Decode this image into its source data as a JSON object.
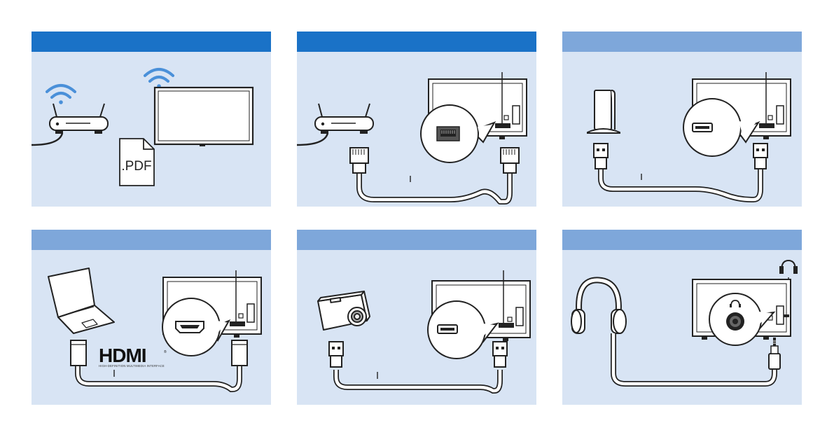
{
  "colors": {
    "header_dark": "#1a72c7",
    "header_light": "#7ea7da",
    "panel_bg": "#d8e4f4"
  },
  "panels": [
    {
      "id": "wireless-network",
      "header_style": "dark",
      "icons": [
        "router-icon",
        "wifi-icon",
        "tv-icon",
        "pdf-document-icon"
      ]
    },
    {
      "id": "ethernet-connection",
      "header_style": "dark",
      "icons": [
        "router-icon",
        "tv-back-icon",
        "ethernet-port-icon",
        "ethernet-cable-icon"
      ]
    },
    {
      "id": "usb-storage-connection",
      "header_style": "light",
      "icons": [
        "usb-drive-icon",
        "tv-back-icon",
        "usb-port-icon",
        "usb-cable-icon"
      ]
    },
    {
      "id": "hdmi-connection",
      "header_style": "light",
      "icons": [
        "laptop-icon",
        "tv-back-icon",
        "hdmi-port-icon",
        "hdmi-cable-icon",
        "hdmi-logo"
      ]
    },
    {
      "id": "camera-usb-connection",
      "header_style": "light",
      "icons": [
        "camera-icon",
        "tv-back-icon",
        "usb-port-icon",
        "usb-cable-icon"
      ]
    },
    {
      "id": "headphone-connection",
      "header_style": "light",
      "icons": [
        "headphones-icon",
        "tv-back-icon",
        "headphone-jack-icon",
        "audio-cable-icon"
      ]
    }
  ],
  "labels": {
    "pdf": ".PDF",
    "hdmi_logo": "HDMI",
    "hdmi_tm": "®",
    "hdmi_tagline": "HIGH-DEFINITION MULTIMEDIA INTERFACE"
  }
}
